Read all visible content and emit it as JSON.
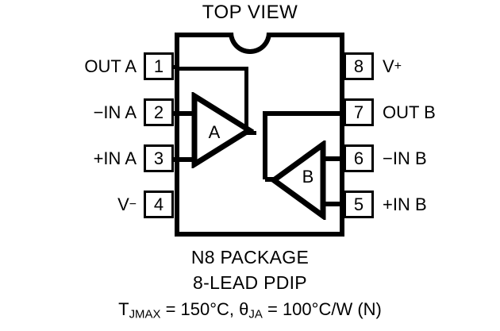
{
  "title": "TOP VIEW",
  "package": {
    "name": "N8 PACKAGE",
    "type": "8-LEAD PDIP"
  },
  "thermal": {
    "tjmax_symbol": "T",
    "tjmax_sub": "JMAX",
    "tjmax_value": " = 150°C, ",
    "theta_symbol": "θ",
    "theta_sub": "JA",
    "theta_value": " = 100°C/W (N)",
    "full_text": "TJMAX = 150°C, θJA = 100°C/W (N)"
  },
  "amplifiers": [
    {
      "label": "A",
      "id": "amp-a"
    },
    {
      "label": "B",
      "id": "amp-b"
    }
  ],
  "pins": {
    "left": [
      {
        "number": "1",
        "name": "OUT A",
        "sup": ""
      },
      {
        "number": "2",
        "name": "−IN A",
        "sup": ""
      },
      {
        "number": "3",
        "name": "+IN A",
        "sup": ""
      },
      {
        "number": "4",
        "name": "V",
        "sup": "−"
      }
    ],
    "right": [
      {
        "number": "8",
        "name": "V",
        "sup": "+"
      },
      {
        "number": "7",
        "name": "OUT B",
        "sup": ""
      },
      {
        "number": "6",
        "name": "−IN B",
        "sup": ""
      },
      {
        "number": "5",
        "name": "+IN B",
        "sup": ""
      }
    ]
  },
  "colors": {
    "line": "#000000",
    "background": "#ffffff"
  }
}
